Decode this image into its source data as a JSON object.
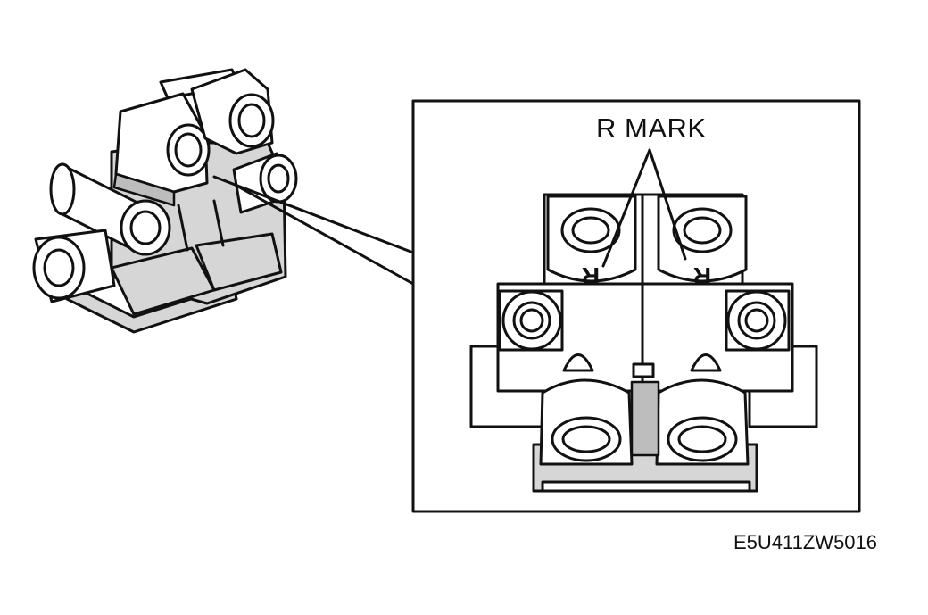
{
  "callout": {
    "label": "R MARK",
    "marks": [
      "R",
      "R"
    ]
  },
  "figure_code": "E5U411ZW5016",
  "colors": {
    "line": "#111111",
    "shade": "#d6d6d6",
    "background": "#ffffff"
  }
}
